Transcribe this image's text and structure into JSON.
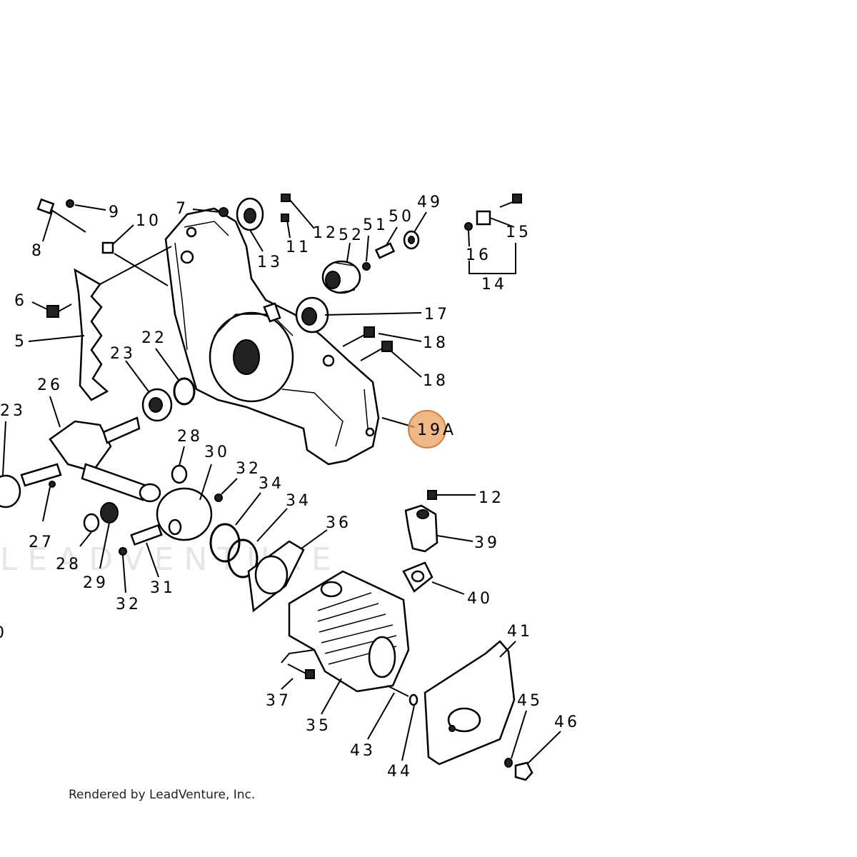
{
  "watermark": "LEADVENTURE",
  "credit": "Rendered by LeadVenture, Inc.",
  "highlight": {
    "target_label": "19A",
    "color": "#e8a060"
  },
  "callouts": [
    "9",
    "10",
    "8",
    "7",
    "13",
    "11",
    "12",
    "52",
    "51",
    "50",
    "49",
    "16",
    "15",
    "14",
    "6",
    "5",
    "17",
    "18",
    "18",
    "22",
    "23",
    "26",
    "23",
    "19A",
    "28",
    "30",
    "32",
    "34",
    "34",
    "36",
    "12",
    "39",
    "27",
    "28",
    "29",
    "31",
    "32",
    "40",
    "0",
    "41",
    "37",
    "35",
    "43",
    "44",
    "45",
    "46"
  ]
}
